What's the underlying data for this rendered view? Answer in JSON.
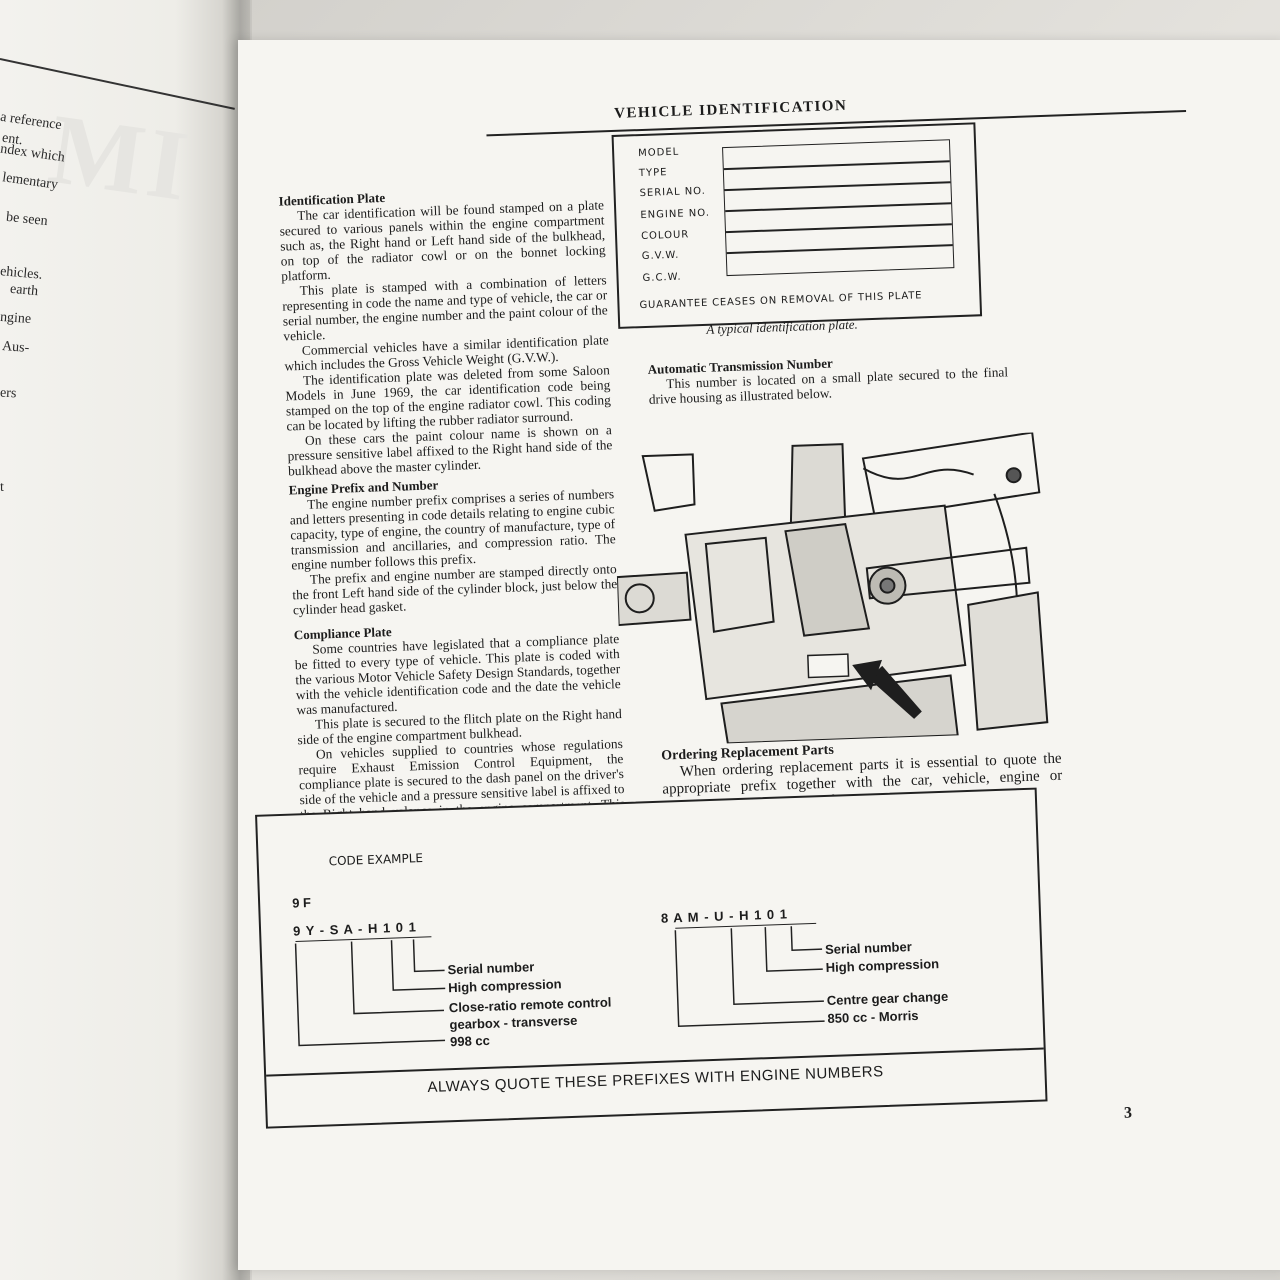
{
  "left_page": {
    "fragments": [
      "a reference",
      "ent.",
      "ndex which",
      "lementary",
      "be seen",
      "ehicles.",
      "earth",
      "ngine",
      "Aus-",
      "ers",
      "t"
    ]
  },
  "page": {
    "title": "VEHICLE IDENTIFICATION",
    "page_number": "3"
  },
  "identification_plate": {
    "heading": "Identification Plate",
    "paragraphs": [
      "The car identification will be found stamped on a plate secured to various panels within the engine compartment such as, the Right hand or Left hand side of the bulkhead, on top of the radiator cowl or on the bonnet locking platform.",
      "This plate is stamped with a combination of letters representing in code the name and type of vehicle, the car or serial number, the engine number and the paint colour of the vehicle.",
      "Commercial vehicles have a similar identification plate which includes the Gross Vehicle Weight (G.V.W.).",
      "The identification plate was deleted from some Saloon Models in June 1969, the car identification code being stamped on the top of the engine radiator cowl. This coding can be located by lifting the rubber radiator surround.",
      "On these cars the paint colour name is shown on a pressure sensitive label affixed to the Right hand side of the bulkhead above the master cylinder."
    ]
  },
  "engine_prefix": {
    "heading": "Engine Prefix and Number",
    "paragraphs": [
      "The engine number prefix comprises a series of numbers and letters presenting in code details relating to engine cubic capacity, type of engine, the country of manufacture, type of transmission and ancillaries, and compression ratio. The engine number follows this prefix.",
      "The prefix and engine number are stamped directly onto the front Left hand side of the cylinder block, just below the cylinder head gasket."
    ]
  },
  "compliance_plate": {
    "heading": "Compliance Plate",
    "paragraphs": [
      "Some countries have legislated that a compliance plate be fitted to every type of vehicle. This plate is coded with the various Motor Vehicle Safety Design Standards, together with the vehicle identification code and the date the vehicle was manufactured.",
      "This plate is secured to the flitch plate on the Right hand side of the engine compartment bulkhead.",
      "On vehicles supplied to countries whose regulations require Exhaust Emission Control Equipment, the compliance plate is secured to the dash panel on the driver's side of the vehicle and a pressure sensitive label is affixed to the Right hand valance in the engine compartment. This label contains technical specifications for tuning to meet the emission control regulations."
    ]
  },
  "plate_figure": {
    "fields": [
      "MODEL",
      "TYPE",
      "SERIAL NO.",
      "ENGINE NO.",
      "COLOUR",
      "G.V.W.",
      "G.C.W."
    ],
    "footer": "GUARANTEE CEASES ON REMOVAL OF THIS PLATE",
    "caption": "A typical identification plate."
  },
  "automatic_transmission": {
    "heading": "Automatic Transmission Number",
    "text": "This number is located on a small plate secured to the final drive housing as illustrated below."
  },
  "ordering_parts": {
    "heading": "Ordering Replacement Parts",
    "text": "When ordering replacement parts it is essential to quote the appropriate prefix together with the car, vehicle, engine or automatic transmission numbers."
  },
  "code_example": {
    "title": "CODE EXAMPLE",
    "left": {
      "prefix_top": "9 F",
      "prefix": "9 Y - S A - H 1 0 1",
      "labels": [
        "Serial number",
        "High compression",
        "Close-ratio remote control",
        "gearbox - transverse",
        "998 cc"
      ]
    },
    "right": {
      "prefix": "8 A M - U - H 1 0 1",
      "labels": [
        "Serial number",
        "High compression",
        "Centre gear change",
        "850 cc - Morris"
      ]
    },
    "footer": "ALWAYS QUOTE THESE PREFIXES WITH ENGINE NUMBERS"
  }
}
